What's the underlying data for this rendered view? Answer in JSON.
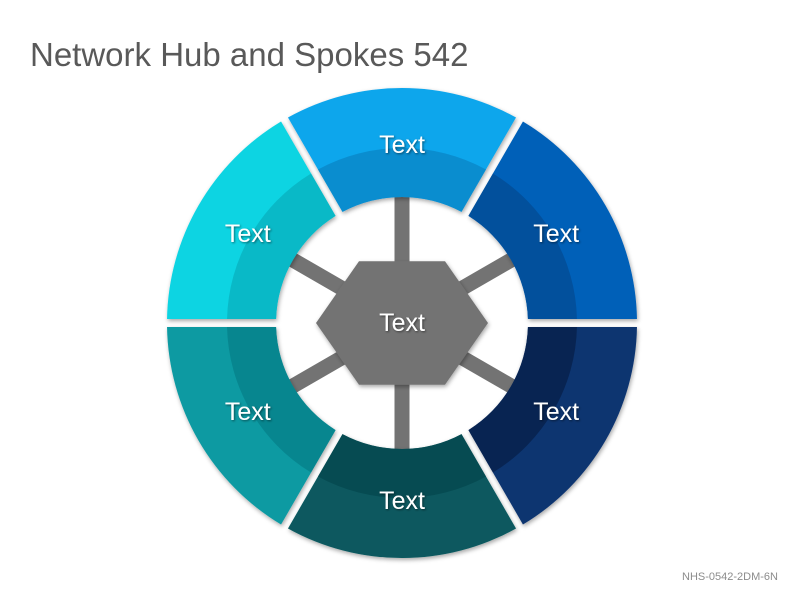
{
  "title": "Network Hub and Spokes 542",
  "footer_code": "NHS-0542-2DM-6N",
  "hub": {
    "label": "Text",
    "color": "#737373"
  },
  "spoke_color": "#737373",
  "segments": [
    {
      "id": "top",
      "label": "Text",
      "color": "#10a6ec",
      "shade": "#0a84c6"
    },
    {
      "id": "upper-right",
      "label": "Text",
      "color": "#0560b8",
      "shade": "#034b93"
    },
    {
      "id": "lower-right",
      "label": "Text",
      "color": "#0b3470",
      "shade": "#071f48"
    },
    {
      "id": "bottom",
      "label": "Text",
      "color": "#07595f",
      "shade": "#04474d"
    },
    {
      "id": "lower-left",
      "label": "Text",
      "color": "#0a9aa2",
      "shade": "#057f88"
    },
    {
      "id": "upper-left",
      "label": "Text",
      "color": "#0ad4e2",
      "shade": "#08b0be"
    }
  ]
}
